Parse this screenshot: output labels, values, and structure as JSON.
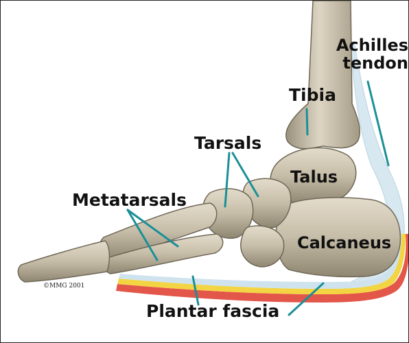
{
  "labels": {
    "achilles_line1": "Achilles",
    "achilles_line2": "tendon",
    "tibia": "Tibia",
    "tarsals": "Tarsals",
    "talus": "Talus",
    "metatarsals": "Metatarsals",
    "calcaneus": "Calcaneus",
    "plantar_fascia": "Plantar fascia",
    "copyright": "©MMG 2001"
  },
  "colors": {
    "bone": "#c9c0aa",
    "bone_shadow": "#8f8672",
    "leader_line": "#1a8f96",
    "tendon": "#cfe3ee",
    "fascia_yellow": "#f3d443",
    "fascia_red": "#e3564a",
    "background": "#ffffff"
  }
}
